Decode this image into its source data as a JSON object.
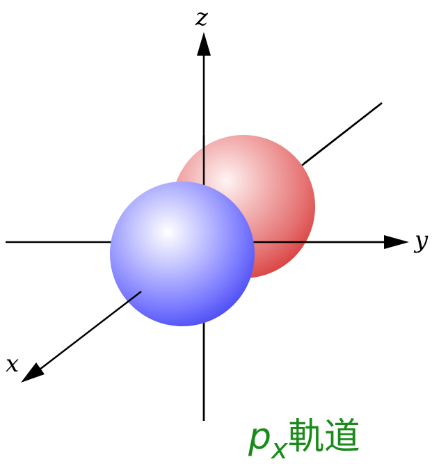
{
  "axes": {
    "x_label": "x",
    "y_label": "y",
    "z_label": "z"
  },
  "orbital": {
    "label_main": "p",
    "label_subscript": "x",
    "label_suffix": "軌道",
    "label_color": "#1a8a1a",
    "front_lobe_color": "#4a4aff",
    "back_lobe_color": "#e04848"
  }
}
